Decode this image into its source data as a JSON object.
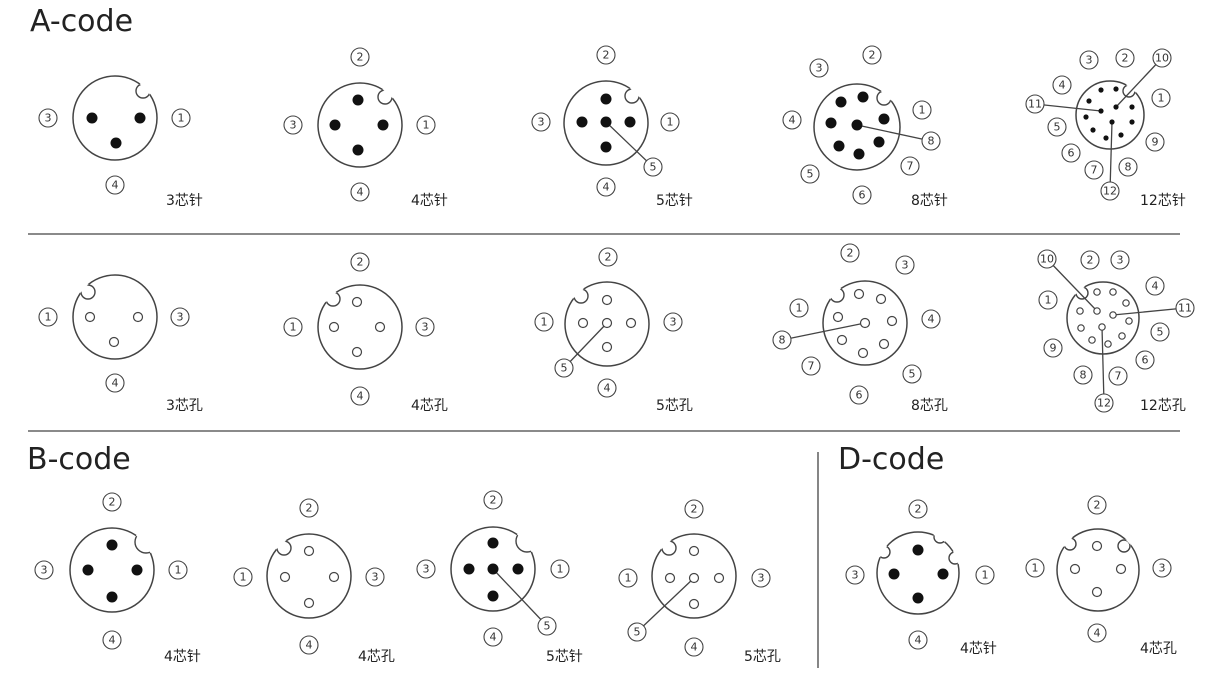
{
  "titles": {
    "a_code": "A-code",
    "b_code": "B-code",
    "d_code": "D-code"
  },
  "connectors": [
    {
      "caption": "3芯针",
      "labels": [
        "3",
        "1",
        "4"
      ]
    },
    {
      "caption": "4芯针",
      "labels": [
        "2",
        "3",
        "1",
        "4"
      ]
    },
    {
      "caption": "5芯针",
      "labels": [
        "2",
        "3",
        "1",
        "4",
        "5"
      ]
    },
    {
      "caption": "8芯针",
      "labels": [
        "2",
        "3",
        "1",
        "4",
        "8",
        "7",
        "5",
        "6"
      ]
    },
    {
      "caption": "12芯针",
      "labels": [
        "3",
        "2",
        "10",
        "4",
        "1",
        "11",
        "5",
        "9",
        "6",
        "7",
        "8",
        "12"
      ]
    },
    {
      "caption": "3芯孔",
      "labels": [
        "1",
        "3",
        "4"
      ]
    },
    {
      "caption": "4芯孔",
      "labels": [
        "2",
        "1",
        "3",
        "4"
      ]
    },
    {
      "caption": "5芯孔",
      "labels": [
        "2",
        "1",
        "3",
        "5",
        "4"
      ]
    },
    {
      "caption": "8芯孔",
      "labels": [
        "2",
        "3",
        "1",
        "4",
        "8",
        "7",
        "5",
        "6"
      ]
    },
    {
      "caption": "12芯孔",
      "labels": [
        "10",
        "2",
        "3",
        "1",
        "4",
        "11",
        "5",
        "9",
        "6",
        "8",
        "7",
        "12"
      ]
    },
    {
      "caption": "4芯针",
      "labels": [
        "2",
        "3",
        "1",
        "4"
      ]
    },
    {
      "caption": "4芯孔",
      "labels": [
        "2",
        "1",
        "3",
        "4"
      ]
    },
    {
      "caption": "5芯针",
      "labels": [
        "2",
        "3",
        "1",
        "4",
        "5"
      ]
    },
    {
      "caption": "5芯孔",
      "labels": [
        "2",
        "1",
        "3",
        "5",
        "4"
      ]
    },
    {
      "caption": "4芯针",
      "labels": [
        "2",
        "3",
        "1",
        "4"
      ]
    },
    {
      "caption": "4芯孔",
      "labels": [
        "2",
        "1",
        "3",
        "4"
      ]
    }
  ]
}
